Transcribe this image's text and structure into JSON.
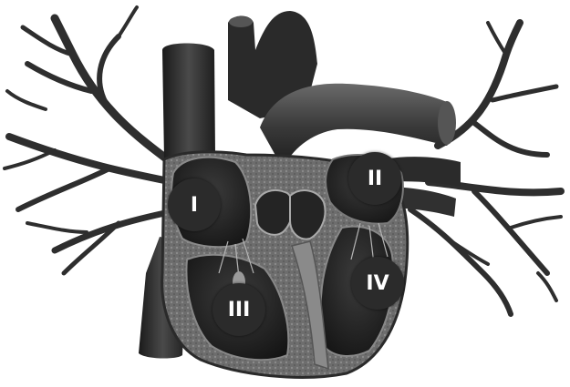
{
  "diagram": {
    "labels": [
      {
        "id": "I",
        "text": "I"
      },
      {
        "id": "II",
        "text": "II"
      },
      {
        "id": "III",
        "text": "III"
      },
      {
        "id": "IV",
        "text": "IV"
      }
    ]
  }
}
